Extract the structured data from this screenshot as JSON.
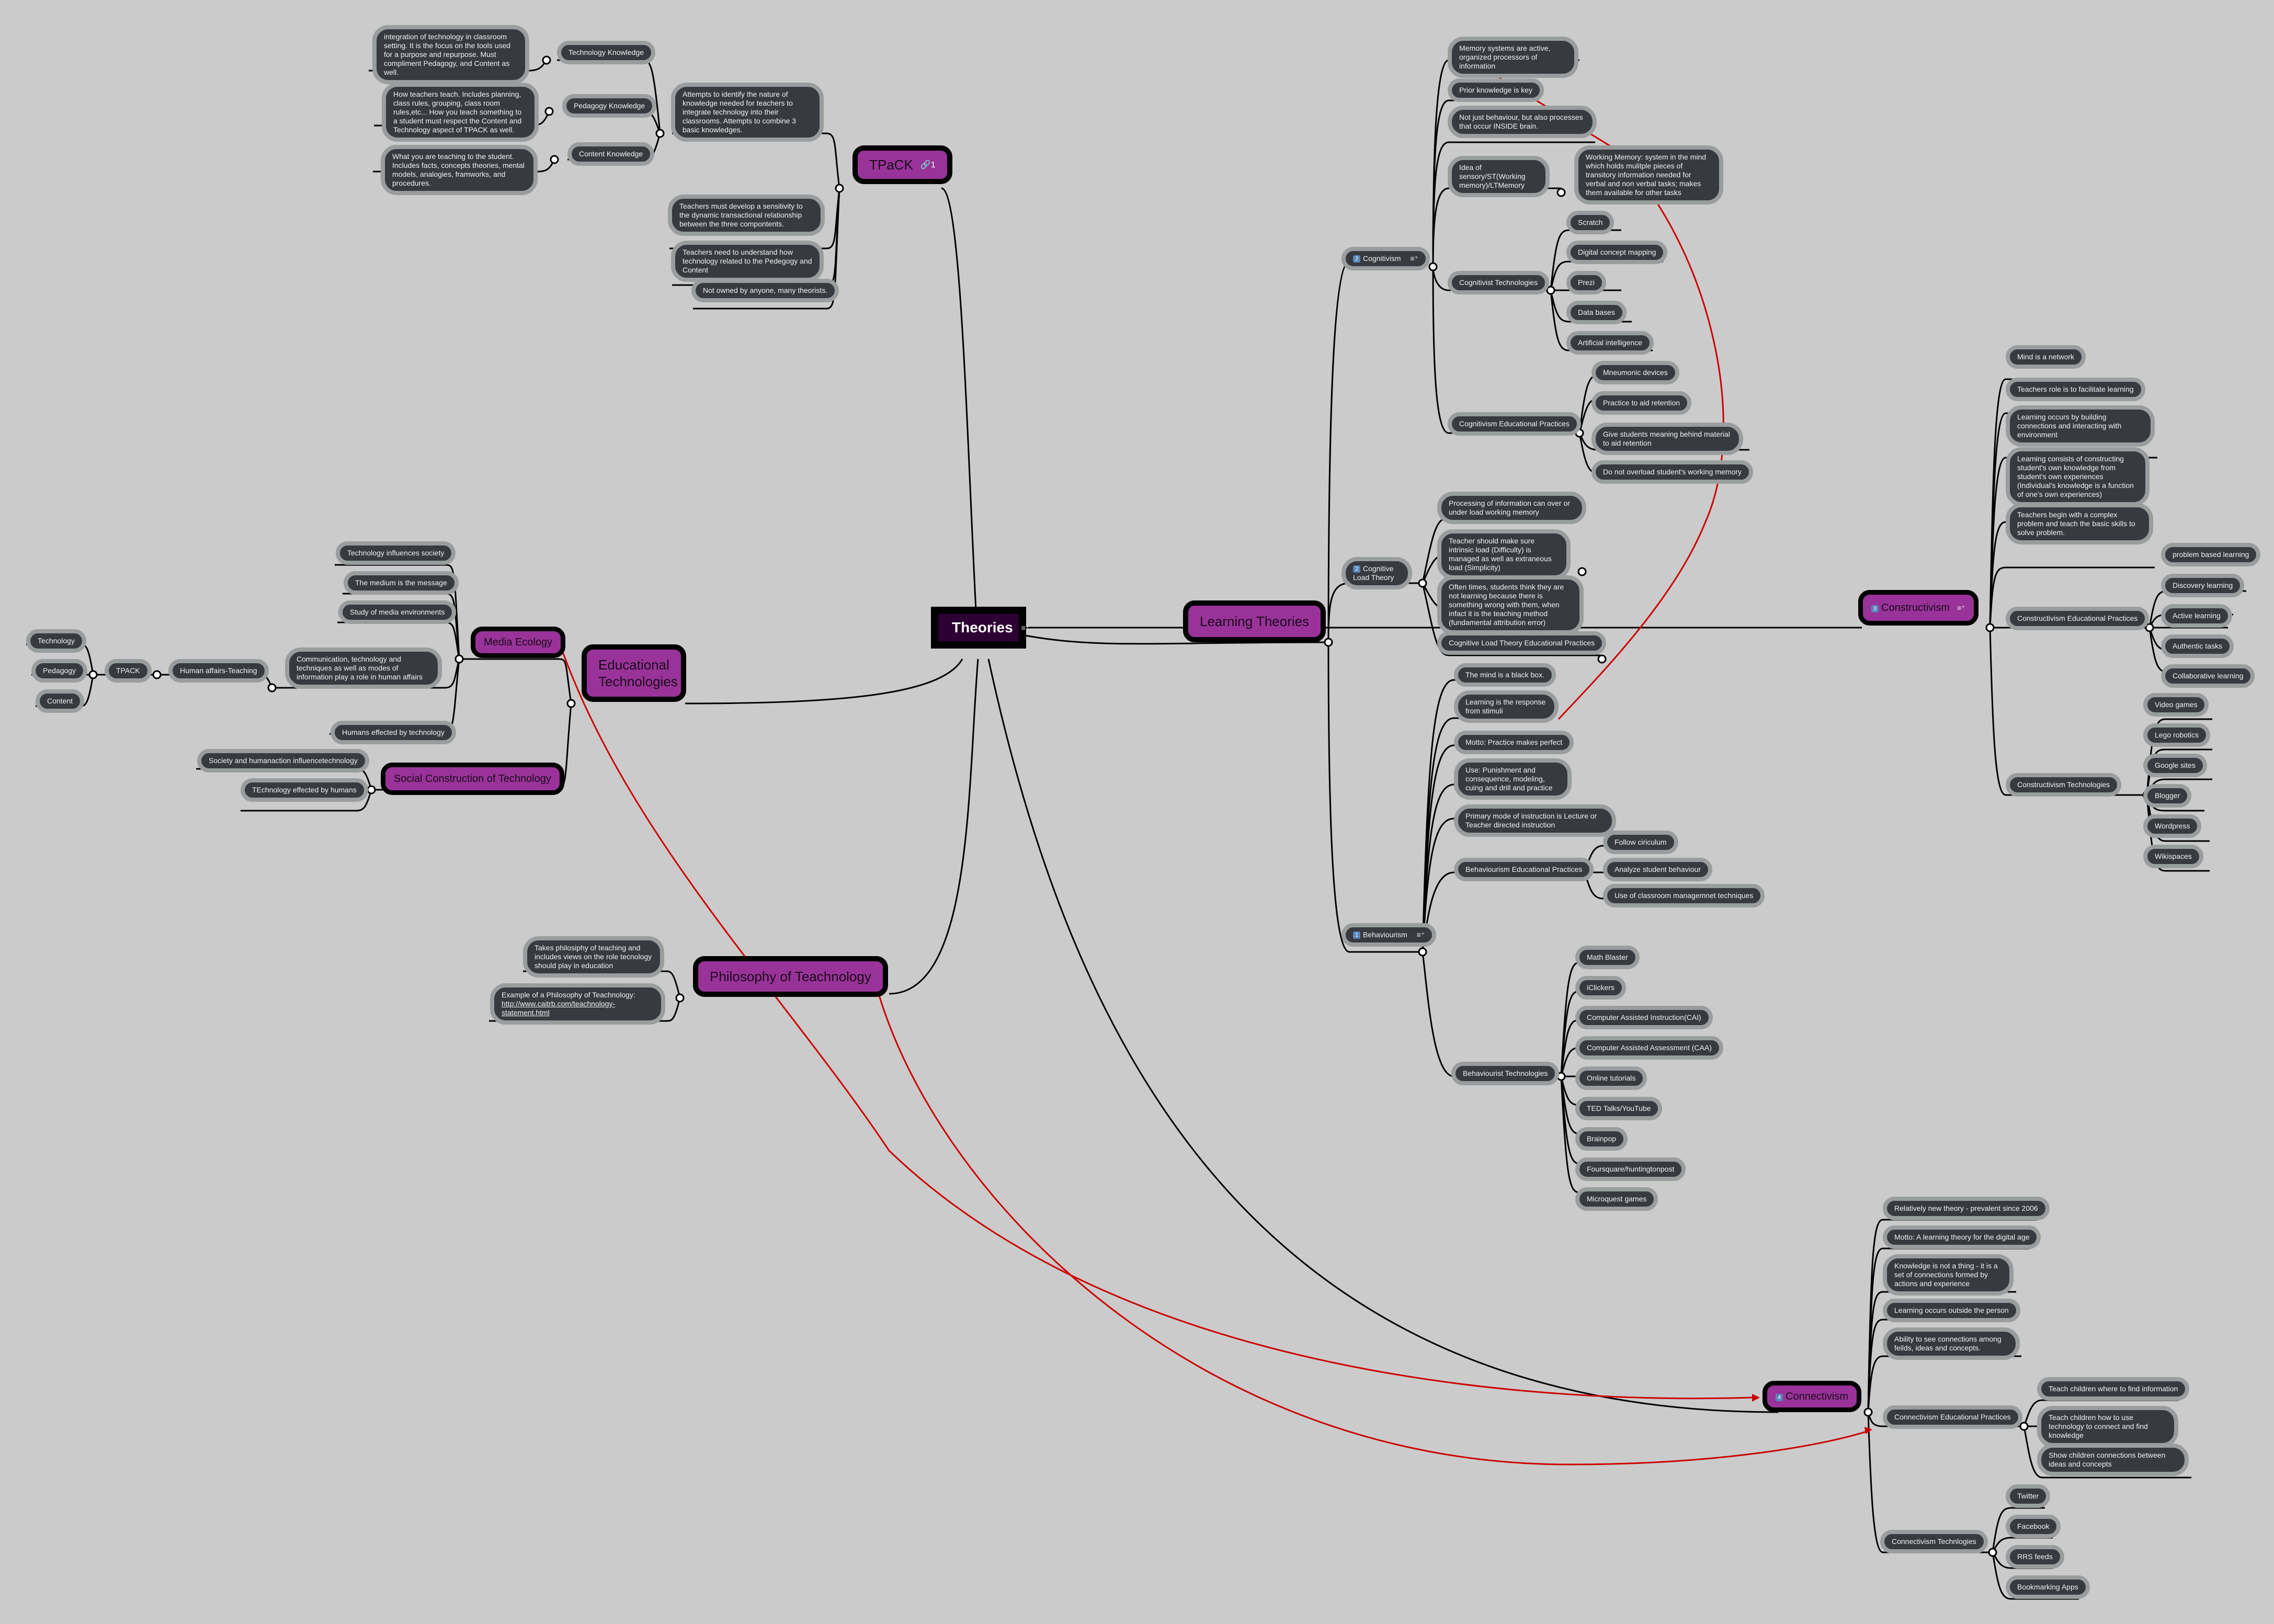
{
  "central": {
    "label": "Theories",
    "icon": "notes-icon"
  },
  "tpack": {
    "label": "TPaCK",
    "link_count": "1",
    "description": "Attempts to identify the nature of knowledge needed for teachers to integrate technology into their classrooms. Attempts to combine 3 basic knowledges.",
    "knowledges": [
      {
        "label": "Technology Knowledge",
        "note": "integration of technology in classroom setting. It is the focus on the tools used for a purpose and repurpose.  Must compliment Pedagogy, and Content as well."
      },
      {
        "label": "Pedagogy Knowledge",
        "note": "How teachers teach. Includes planning, class rules, grouping, class room rules,etc... How you teach something to a student must respect the Content and Technology aspect of TPACK as well."
      },
      {
        "label": "Content Knowledge",
        "note": "What you are teaching to the student. Includes facts, concepts theories, mental models, analogies, framworks, and procedures."
      }
    ],
    "notes": [
      "Teachers must develop a sensitivity to the dynamic transactional relationship between the three compontents.",
      "Teachers need to understand how technology related to the Pedegogy and Content",
      "Not owned by anyone, many theorists."
    ]
  },
  "edtech": {
    "label": "Educational Technologies",
    "media_ecology": {
      "label": "Media Ecology",
      "items": [
        "Technology influences society",
        "The medium is the message",
        "Study of media environments",
        "Communication, technology and techniques as well as modes of information play a role in human affairs",
        "Humans effected by technology"
      ],
      "human_affairs": "Human affairs-Teaching",
      "tpack_small": "TPACK",
      "tpack_parts": [
        "Technology",
        "Pedagogy",
        "Content"
      ]
    },
    "social_construction": {
      "label": "Social Construction of Technology",
      "items": [
        "Society and humanaction influencetechnology",
        "TEchnology effected by humans"
      ]
    }
  },
  "philosophy": {
    "label": "Philosophy of Teachnology",
    "items": [
      "Takes philosiphy of teaching and includes views on the role tecnology should play in education",
      "Example of a Philosophy of Teachnology:"
    ],
    "url": "http://www.caitrb.com/teachnology-statement.html"
  },
  "learning": {
    "label": "Learning Theories",
    "cognitivism": {
      "badge": "2",
      "label": "Cognitivism",
      "items": [
        "Memory systems are active, organized processors of information",
        "Prior knowledge is key",
        "Not just behaviour, but also processes that occur INSIDE brain.",
        "Idea of sensory/ST(Working memory)/LTMemory"
      ],
      "working_memory": "Working Memory: system in the mind which holds mulitple pieces of transitory information needed for verbal and non verbal tasks; makes them available for other tasks",
      "tech_label": "Cognitivist Technologies",
      "technologies": [
        "Scratch",
        "Digital concept mapping",
        "Prezi",
        "Data bases",
        "Artificial intelligence"
      ],
      "practices_label": "Cognitivism Educational Practices",
      "practices": [
        "Mneumonic devices",
        "Practice to aid retention",
        "Give students meaning behind material to aid retention",
        "Do not overload student's working memory"
      ]
    },
    "clt": {
      "badge": "2",
      "label": "Cognitive Load Theory",
      "items": [
        "Processing of information can over or under load working memory",
        "Teacher should make sure intrinsic load (Difficulty) is managed as well as extraneous load (Simplicity)",
        "Often times, students think they are not learning because there is something wrong with them, when infact it is the teaching method (fundamental attribution error)",
        "Cognitive Load Theory Educational Practices"
      ]
    },
    "behaviourism": {
      "badge": "1",
      "label": "Behaviourism",
      "items": [
        "The mind is a black box.",
        "Learning is the response from stimuli",
        "Motto: Practice makes perfect",
        "Use: Punishment and consequence, modeling, cuing and drill and practice",
        "Primary mode of instruction is Lecture or Teacher directed instruction"
      ],
      "practices_label": "Behaviourism Educational Practices",
      "practices": [
        "Follow ciriculum",
        "Analyze student behaviour",
        "Use of classroom managemnet techniques"
      ],
      "tech_label": "Behaviourist Technologies",
      "technologies": [
        "Math Blaster",
        "iClickers",
        "Computer Assisted Instruction(CAI)",
        "Computer Assisted Assessment (CAA)",
        "Online tutorials",
        "TED Talks/YouTube",
        "Brainpop",
        "Foursquare/huntingtonpost",
        "Microquest games"
      ]
    },
    "constructivism": {
      "badge": "3",
      "label": "Constructivism",
      "items": [
        "Mind is a network",
        "Teachers role is to facilitate learning",
        "Learning occurs by building connections and interacting with environment",
        "Learning consists of constructing student's own knowledge from student's own experiences (Individual's knowledge is a function of one's own experiences)",
        "Teachers begin with a complex problem and teach the basic skills to solve problem."
      ],
      "practices_label": "Constructivism Educational Practices",
      "practices": [
        "problem based learning",
        "Discovery learning",
        "Active learning",
        "Authentic tasks",
        "Collaborative learning"
      ],
      "tech_label": "Constructivism Technologies",
      "technologies": [
        "Video games",
        "Lego robotics",
        "Google sites",
        "Blogger",
        "Wordpress",
        "Wikispaces"
      ]
    },
    "connectivism": {
      "badge": "4",
      "label": "Connectivism",
      "items": [
        "Relatively new theory - prevalent since 2006",
        "Motto: A learning theory for the digital age",
        "Knowledge is not a thing - it is a set of connections formed by actions and experience",
        "Learning occurs outside the person",
        "Ability to see connections among feilds, ideas and concepts."
      ],
      "practices_label": "Connectivism Educational Practices",
      "practices": [
        "Teach children where to find information",
        "Teach children how to use technology to connect and find knowledge",
        "Show children connections between ideas and concepts"
      ],
      "tech_label": "Connectivism Technlogies",
      "technologies": [
        "Twitter",
        "Facebook",
        "RRS feeds",
        "Bookmarking Apps"
      ]
    }
  },
  "colors": {
    "background": "#cbcbcb",
    "main_topic": "#993399",
    "central": "#2d0033",
    "leaf": "#373a3f",
    "leaf_border": "#9a9d9e",
    "relationship": "#cc0000"
  }
}
